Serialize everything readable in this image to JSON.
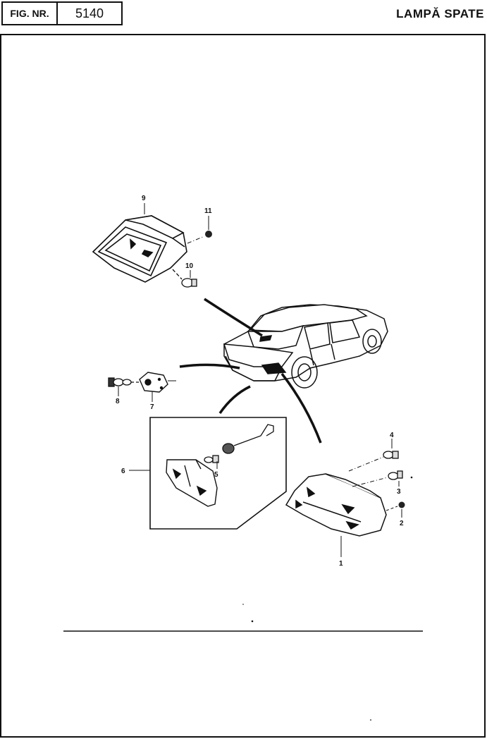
{
  "header": {
    "fig_label": "FIG. NR.",
    "fig_number": "5140",
    "title": "LAMPĂ SPATE"
  },
  "callouts": {
    "c1": "1",
    "c2": "2",
    "c3": "3",
    "c4": "4",
    "c5": "5",
    "c6": "6",
    "c7": "7",
    "c8": "8",
    "c9": "9",
    "c10": "10",
    "c11": "11"
  }
}
